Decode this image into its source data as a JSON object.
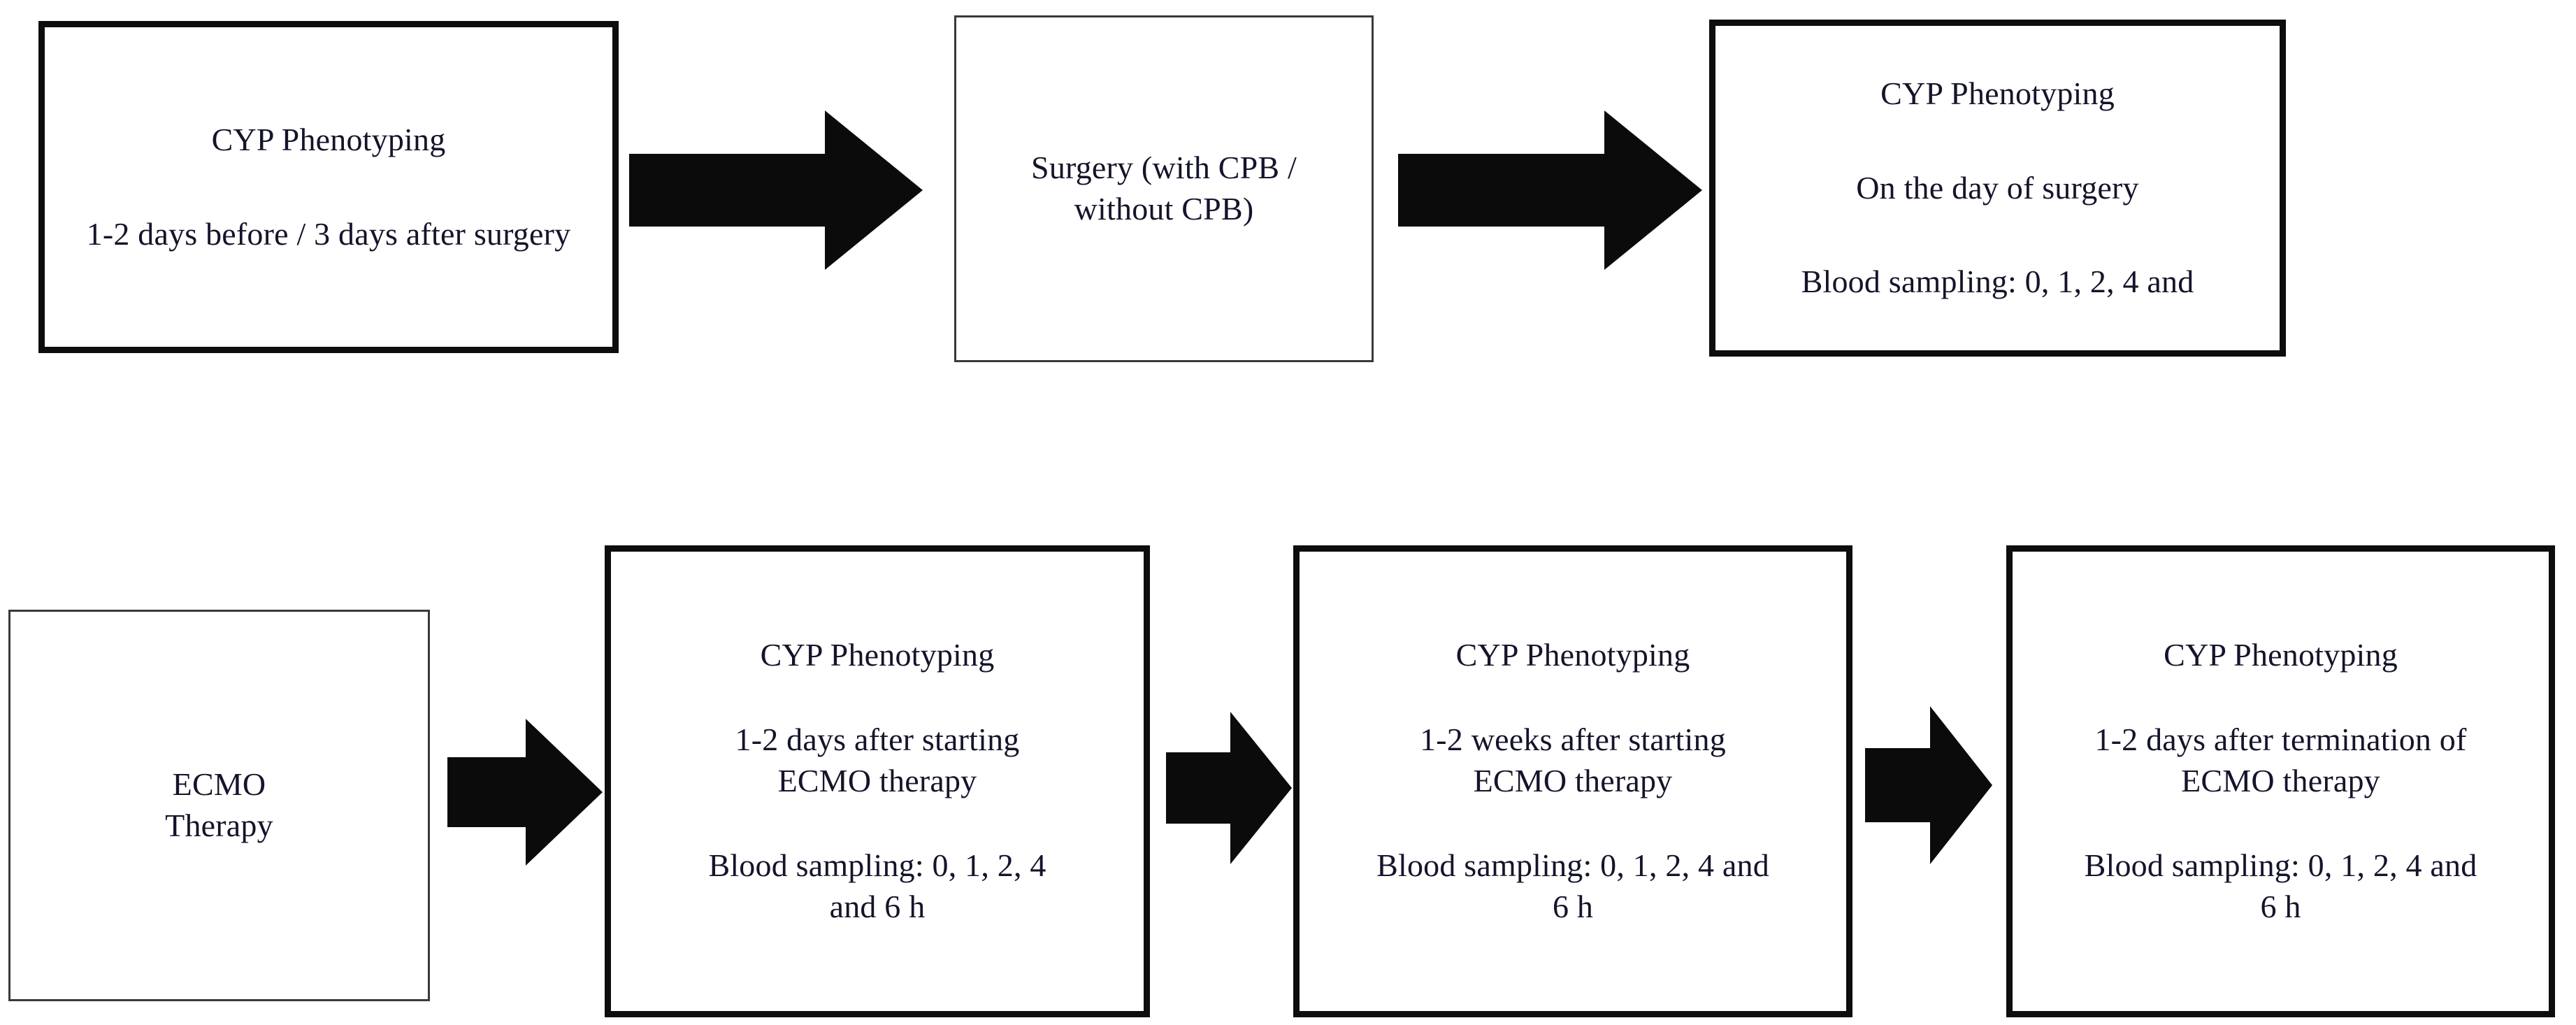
{
  "figure": {
    "type": "process-flowchart",
    "orientation": "left-to-right",
    "accent_color": "#0d0d0d",
    "text_color": "#14142b",
    "background_color": "#ffffff",
    "row_count": 2
  },
  "rows": [
    {
      "name": "surgery-pathway",
      "boxes": [
        {
          "id": "top-box-1",
          "border": "thick",
          "lines": [
            "CYP Phenotyping",
            "1-2 days before / 3 days after surgery"
          ]
        },
        {
          "id": "top-box-2",
          "border": "thin",
          "lines": [
            "Surgery (with CPB /\nwithout CPB)"
          ]
        },
        {
          "id": "top-box-3",
          "border": "thick",
          "lines": [
            "CYP Phenotyping",
            "On the day of surgery",
            "Blood sampling: 0, 1, 2, 4 and"
          ]
        }
      ],
      "arrows": [
        {
          "id": "top-arrow-1",
          "direction": "right",
          "style": "long-shaft"
        },
        {
          "id": "top-arrow-2",
          "direction": "right",
          "style": "long-shaft"
        }
      ]
    },
    {
      "name": "ecmo-pathway",
      "boxes": [
        {
          "id": "bottom-box-1",
          "border": "thin",
          "lines": [
            "ECMO\nTherapy"
          ]
        },
        {
          "id": "bottom-box-2",
          "border": "thick",
          "lines": [
            "CYP Phenotyping",
            "1-2 days after starting\nECMO therapy",
            "Blood sampling: 0, 1, 2, 4\nand 6 h"
          ]
        },
        {
          "id": "bottom-box-3",
          "border": "thick",
          "lines": [
            "CYP Phenotyping",
            "1-2 weeks after starting\nECMO therapy",
            "Blood sampling: 0, 1, 2, 4 and\n6 h"
          ]
        },
        {
          "id": "bottom-box-4",
          "border": "thick",
          "lines": [
            "CYP Phenotyping",
            "1-2 days after termination of\nECMO therapy",
            "Blood sampling: 0, 1, 2, 4 and\n6 h"
          ]
        }
      ],
      "arrows": [
        {
          "id": "bottom-arrow-1",
          "direction": "right",
          "style": "short-shaft"
        },
        {
          "id": "bottom-arrow-2",
          "direction": "right",
          "style": "short-shaft"
        },
        {
          "id": "bottom-arrow-3",
          "direction": "right",
          "style": "short-shaft"
        }
      ]
    }
  ]
}
